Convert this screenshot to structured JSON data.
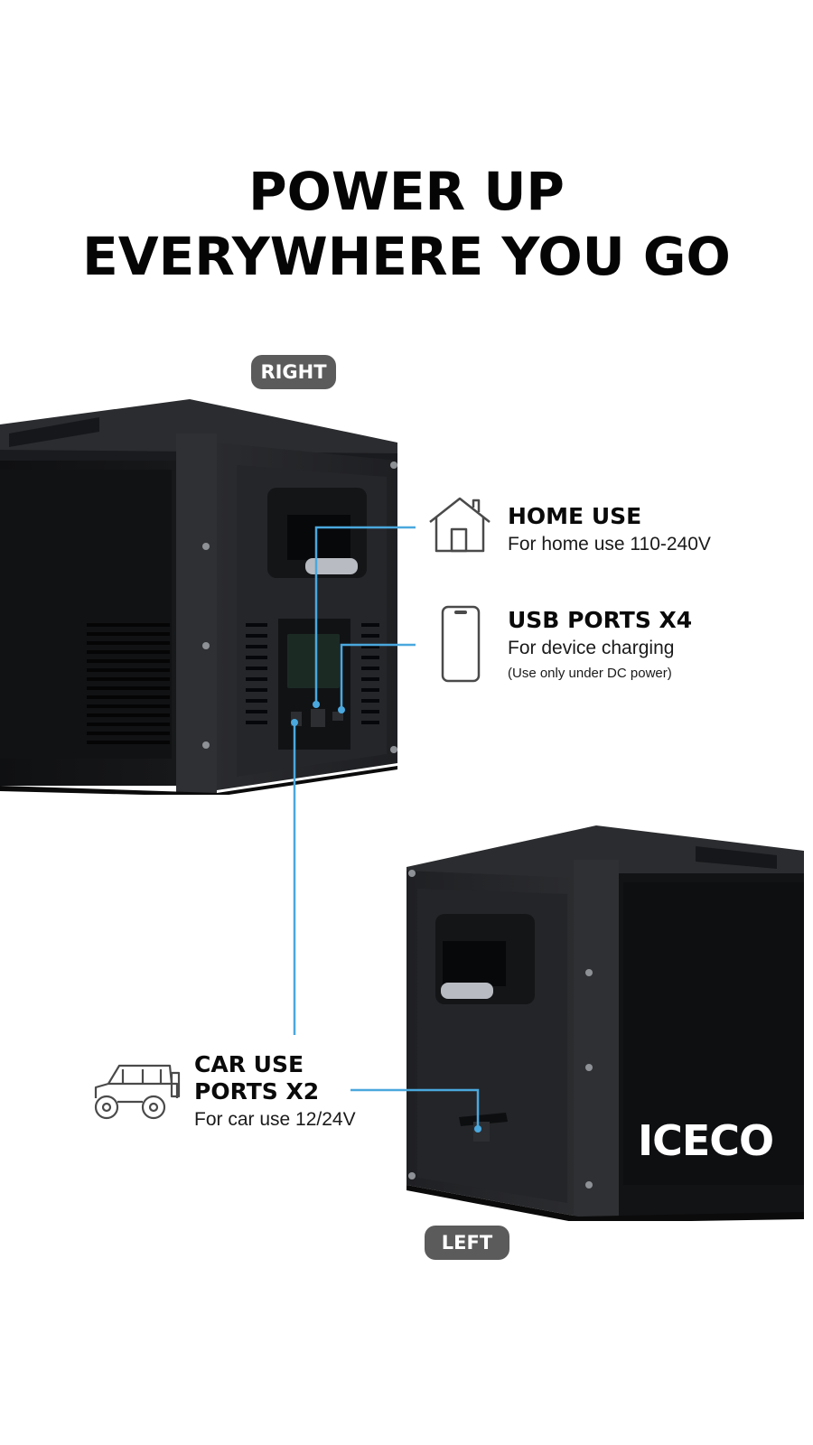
{
  "headline": {
    "line1": "POWER UP",
    "line2": "EVERYWHERE YOU GO"
  },
  "views": {
    "right_label": "RIGHT",
    "left_label": "LEFT"
  },
  "features": {
    "home": {
      "icon": "house-icon",
      "title": "HOME USE",
      "desc": "For home use 110-240V"
    },
    "usb": {
      "icon": "smartphone-icon",
      "title": "USB PORTS X4",
      "desc": "For device charging",
      "note": "(Use only under DC power)"
    },
    "car": {
      "icon": "jeep-icon",
      "title_line1": "CAR USE",
      "title_line2": "PORTS X2",
      "desc": "For car use 12/24V"
    }
  },
  "brand": {
    "logo_text": "ICECO"
  },
  "colors": {
    "callout_line": "#4aa8de",
    "pill_bg": "#5b5b5b",
    "body": "#1c1d1f"
  }
}
